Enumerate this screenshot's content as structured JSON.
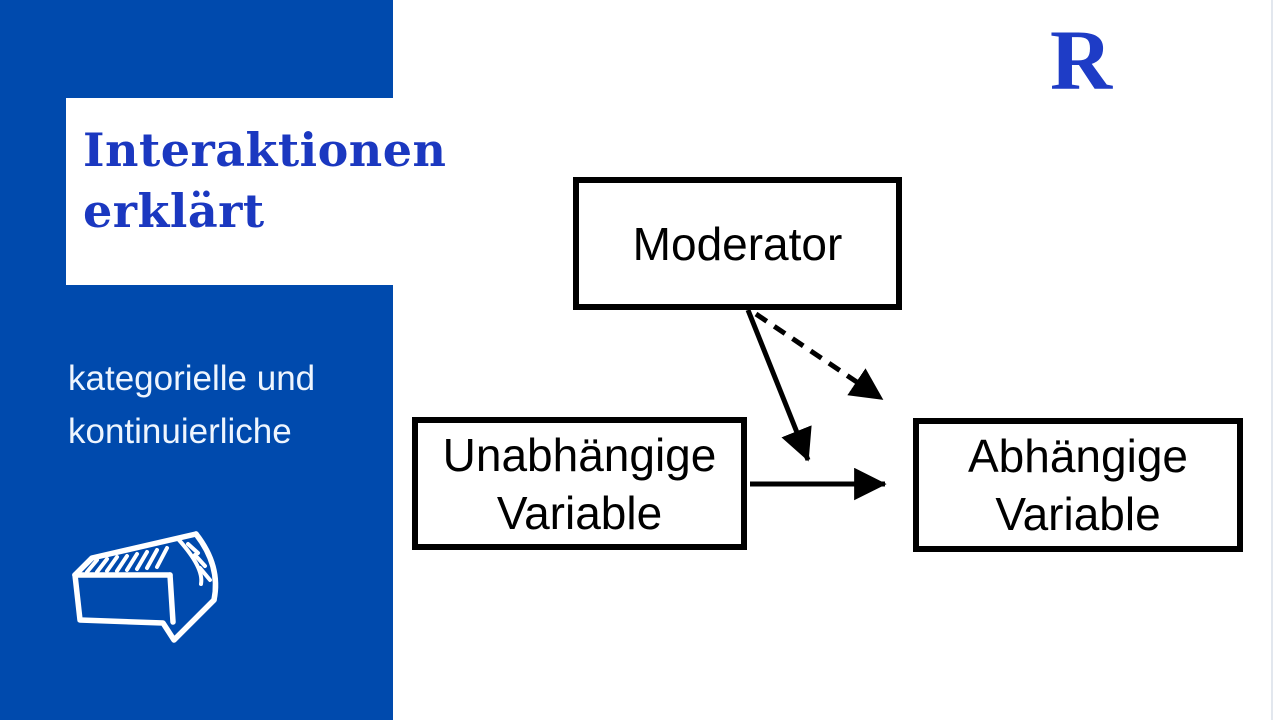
{
  "slide": {
    "panel": {
      "title_line1": "Interaktionen",
      "title_line2": "erklärt",
      "subtitle_line1": "kategorielle und",
      "subtitle_line2": "kontinuierliche",
      "arrow_icon": "hand-drawn-arrow-right-icon"
    },
    "logo": {
      "text": "R",
      "icon": "r-serif-logo"
    },
    "colors": {
      "panel_blue": "#004aad",
      "title_blue": "#1b38c0",
      "logo_blue": "#1e3cc6",
      "subtitle_white": "#eef5fe",
      "diagram_ink": "#000000",
      "card_white": "#ffffff"
    }
  },
  "diagram": {
    "boxes": {
      "moderator": {
        "label": "Moderator"
      },
      "independent": {
        "label_line1": "Unabhängige",
        "label_line2": "Variable"
      },
      "dependent": {
        "label_line1": "Abhängige",
        "label_line2": "Variable"
      }
    },
    "edges": [
      {
        "name": "independent-to-dependent",
        "style": "solid"
      },
      {
        "name": "moderator-to-effect-path",
        "style": "solid"
      },
      {
        "name": "moderator-to-dependent",
        "style": "dashed"
      }
    ]
  }
}
